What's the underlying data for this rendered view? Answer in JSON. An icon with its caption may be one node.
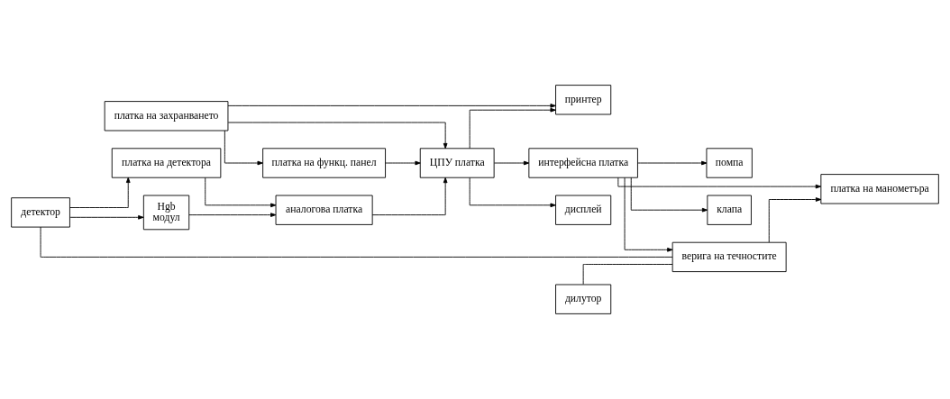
{
  "diagram": {
    "nodes": [
      {
        "text": [
          "платка на детектора"
        ]
      },
      {
        "text": [
          "Hgb",
          "модул"
        ]
      },
      {
        "text": [
          "аналогова платка"
        ]
      },
      {
        "text": [
          "принтер"
        ]
      },
      {
        "text": [
          "ЦПУ платка"
        ]
      },
      {
        "text": [
          "платка на захранването"
        ]
      },
      {
        "text": [
          "детектор"
        ]
      },
      {
        "text": [
          "платка на манометъра"
        ]
      },
      {
        "text": [
          "платка на функц. панел"
        ]
      },
      {
        "text": [
          "дилутор"
        ]
      },
      {
        "text": [
          "верига на течностите"
        ]
      },
      {
        "text": [
          "интерфейсна платка"
        ]
      },
      {
        "text": [
          "помпа"
        ]
      },
      {
        "text": [
          "клапа"
        ]
      },
      {
        "text": [
          "дисплей"
        ]
      }
    ],
    "edges": [
      {
        "from": 6,
        "to": 0,
        "arrow": "to"
      },
      {
        "from": 6,
        "to": 1,
        "arrow": "to"
      },
      {
        "from": 0,
        "to": 2,
        "arrow": "to"
      },
      {
        "from": 1,
        "to": 2,
        "arrow": "to"
      },
      {
        "from": 2,
        "to": 4,
        "arrow": "to"
      },
      {
        "from": 4,
        "to": 3,
        "arrow": "to"
      },
      {
        "from": 5,
        "to": 3,
        "arrow": "to"
      },
      {
        "from": 5,
        "to": 4,
        "arrow": "to"
      },
      {
        "from": 5,
        "to": 8,
        "arrow": "to"
      },
      {
        "from": 8,
        "to": 4,
        "arrow": "to"
      },
      {
        "from": 4,
        "to": 14,
        "arrow": "to"
      },
      {
        "from": 4,
        "to": 11,
        "arrow": "to"
      },
      {
        "from": 11,
        "to": 7,
        "arrow": "to"
      },
      {
        "from": 10,
        "to": 7,
        "arrow": "to"
      },
      {
        "from": 6,
        "to": 10,
        "arrow": "none"
      },
      {
        "from": 9,
        "to": 10,
        "arrow": "none"
      },
      {
        "from": 11,
        "to": 10,
        "arrow": "to"
      },
      {
        "from": 11,
        "to": 12,
        "arrow": "to"
      },
      {
        "from": 11,
        "to": 13,
        "arrow": "to"
      }
    ]
  }
}
